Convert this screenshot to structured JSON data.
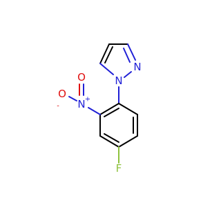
{
  "atoms": {
    "n1": {
      "symbol": "N",
      "color": "#1f1fd6"
    },
    "n2": {
      "symbol": "N",
      "color": "#1f1fd6"
    },
    "n_nitro": {
      "symbol": "N",
      "color": "#1f1fd6",
      "charge": "+"
    },
    "o_minus": {
      "symbol": "O",
      "color": "#e01010",
      "charge": "-"
    },
    "o_double": {
      "symbol": "O",
      "color": "#e01010"
    },
    "f": {
      "symbol": "F",
      "color": "#8ec23e"
    }
  }
}
